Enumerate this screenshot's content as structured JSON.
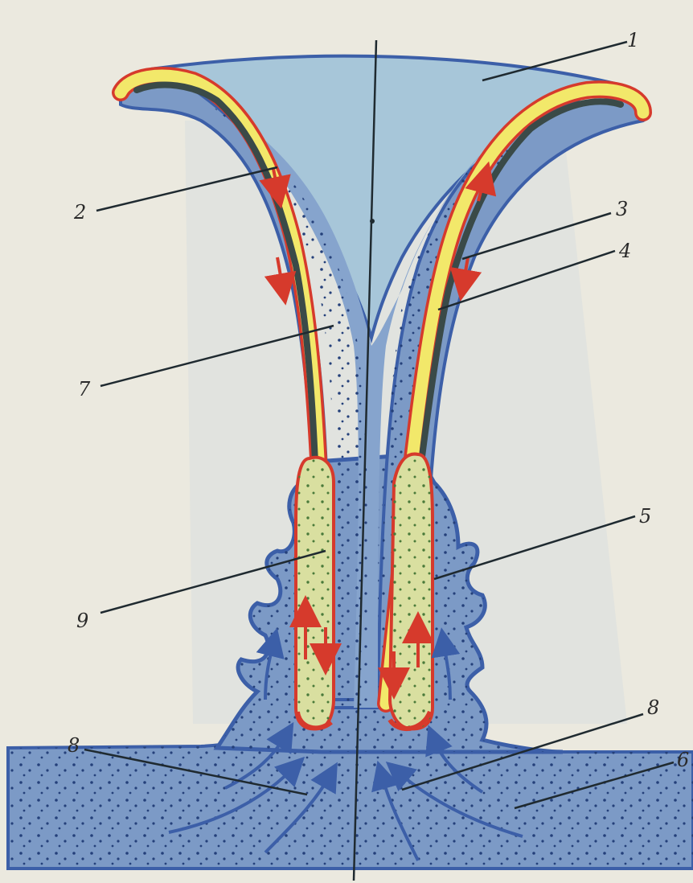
{
  "labels": {
    "l1": "1",
    "l2": "2",
    "l3": "3",
    "l4": "4",
    "l5": "5",
    "l6": "6",
    "l7": "7",
    "l8a": "8",
    "l8b": "8",
    "l9": "9"
  },
  "colors": {
    "background": "#e9e7dc",
    "base_blue": "#7c9ac6",
    "light_blue": "#a7c6d9",
    "outline_blue": "#3c5fa8",
    "red_layer": "#d63a2c",
    "yellow_layer": "#f2e86a",
    "dark_layer": "#3a4a48",
    "greenish_fill": "#d9dfa0",
    "dots": "#24407a"
  }
}
